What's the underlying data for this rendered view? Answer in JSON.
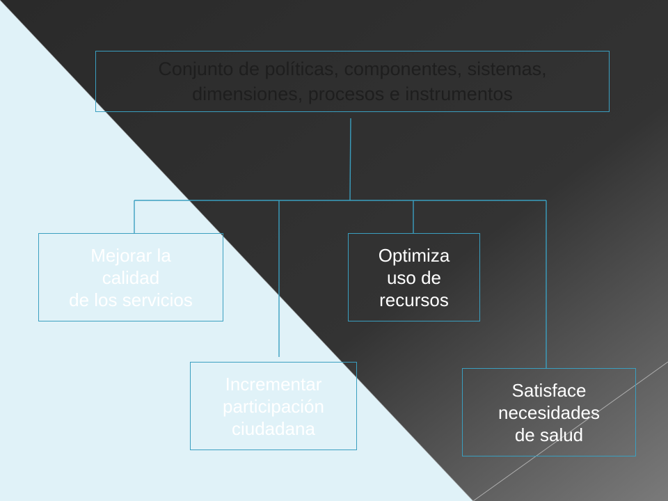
{
  "colors": {
    "light_bg": "#e0f2f8",
    "dark_bg_top": "#2c2c2c",
    "dark_bg_bottom": "#6e6e6e",
    "border": "#3a9fc0",
    "text_dark": "#1e1e1e",
    "text_light": "#ffffff"
  },
  "diagram": {
    "root": "Conjunto de políticas, componentes, sistemas,\ndimensiones, procesos e instrumentos",
    "children": [
      {
        "label": "Mejorar la\ncalidad\n de los servicios"
      },
      {
        "label": "Incrementar\nparticipación\nciudadana"
      },
      {
        "label": "Optimiza\nuso de\nrecursos"
      },
      {
        "label": "Satisface\nnecesidades\nde salud"
      }
    ]
  }
}
